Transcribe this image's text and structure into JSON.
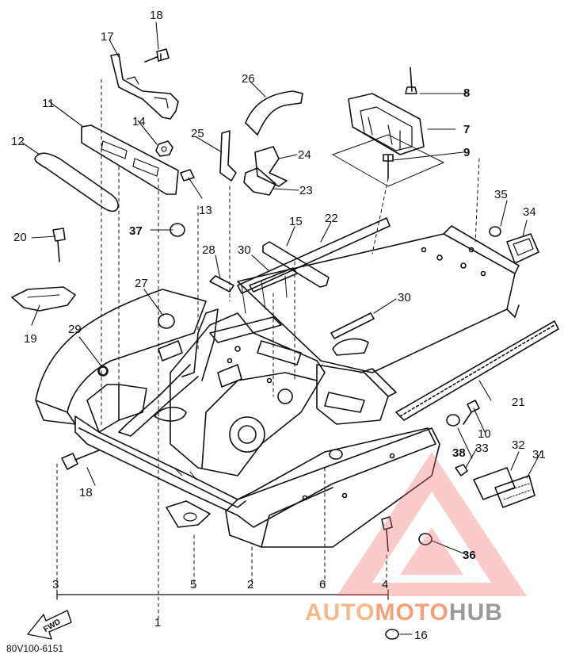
{
  "callouts": {
    "c1": "1",
    "c2": "2",
    "c3": "3",
    "c4": "4",
    "c5": "5",
    "c6": "6",
    "c7": "7",
    "c8": "8",
    "c9": "9",
    "c10": "10",
    "c11": "11",
    "c12": "12",
    "c13": "13",
    "c14": "14",
    "c15": "15",
    "c16": "16",
    "c17": "17",
    "c18a": "18",
    "c18b": "18",
    "c19": "19",
    "c20": "20",
    "c21": "21",
    "c22": "22",
    "c23": "23",
    "c24": "24",
    "c25": "25",
    "c26": "26",
    "c27": "27",
    "c28": "28",
    "c29": "29",
    "c30a": "30",
    "c30b": "30",
    "c31": "31",
    "c32": "32",
    "c33": "33",
    "c34": "34",
    "c35": "35",
    "c36": "36",
    "c37": "37",
    "c38": "38"
  },
  "direction_marker": "FWD",
  "diagram_code": "80V100-6151",
  "watermark": {
    "part1": "AUTO",
    "part2": "MOTO",
    "part3": "HUB",
    "color1": "#f5b88a",
    "color2": "#f4a07a",
    "color3": "#9a9a9a"
  }
}
